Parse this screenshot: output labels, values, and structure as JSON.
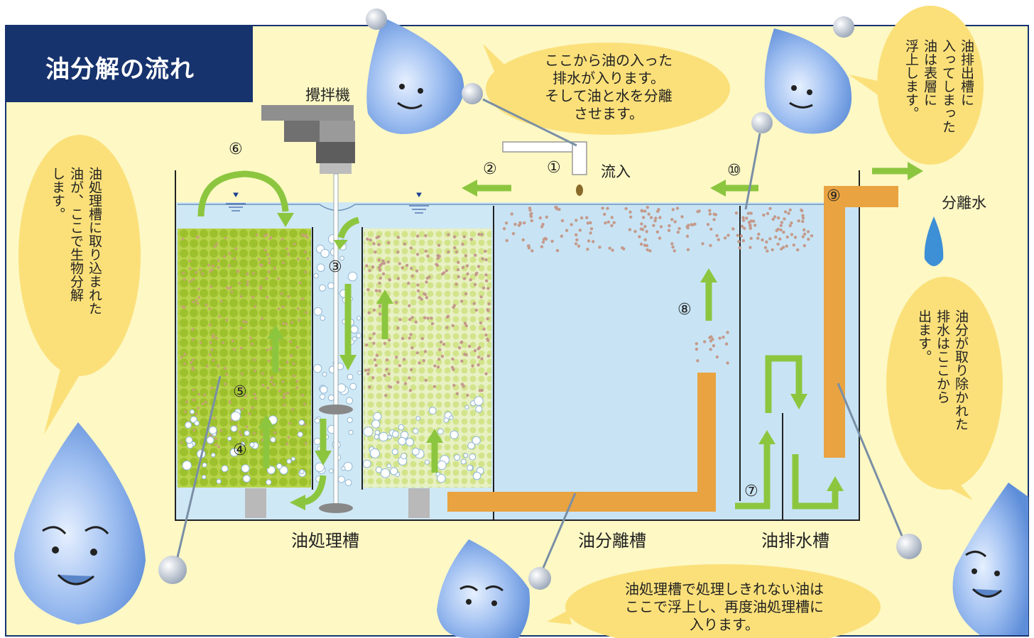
{
  "title": "油分解の流れ",
  "labels": {
    "mixer": "攪拌機",
    "inflow": "流入",
    "separated_water": "分離水",
    "tank_treatment": "油処理槽",
    "tank_separation": "油分離槽",
    "tank_drain": "油排水槽"
  },
  "steps": [
    "①",
    "②",
    "③",
    "④",
    "⑤",
    "⑥",
    "⑦",
    "⑧",
    "⑨",
    "⑩"
  ],
  "bubbles": {
    "top_center": [
      "ここから油の入った",
      "排水が入ります。",
      "そして油と水を分離",
      "させます。"
    ],
    "top_right": [
      "油排出槽に",
      "入ってしまった",
      "油は表層に",
      "浮上します。"
    ],
    "left": [
      "油処理槽に取り込まれた",
      "油が、ここで生物分解",
      "します。"
    ],
    "right": [
      "油分が取り除かれた",
      "排水はここから",
      "出ます。"
    ],
    "bottom": [
      "油処理槽で処理しきれない油は",
      "ここで浮上し、再度油処理槽に",
      "入ります。"
    ]
  },
  "colors": {
    "title_bg": "#17336e",
    "panel_bg": "#fdf8c4",
    "water": "#cfe8f5",
    "media_green": "#a9c93a",
    "arrow_green": "#8cc63f",
    "orange_pipe": "#e9a341",
    "bubble_yellow": "#fbe07a",
    "drop_blue": "#7aa8e6"
  },
  "icons": [
    "water-drop-mascot",
    "speech-bubble",
    "mixer-motor",
    "arrow",
    "water-drop"
  ]
}
